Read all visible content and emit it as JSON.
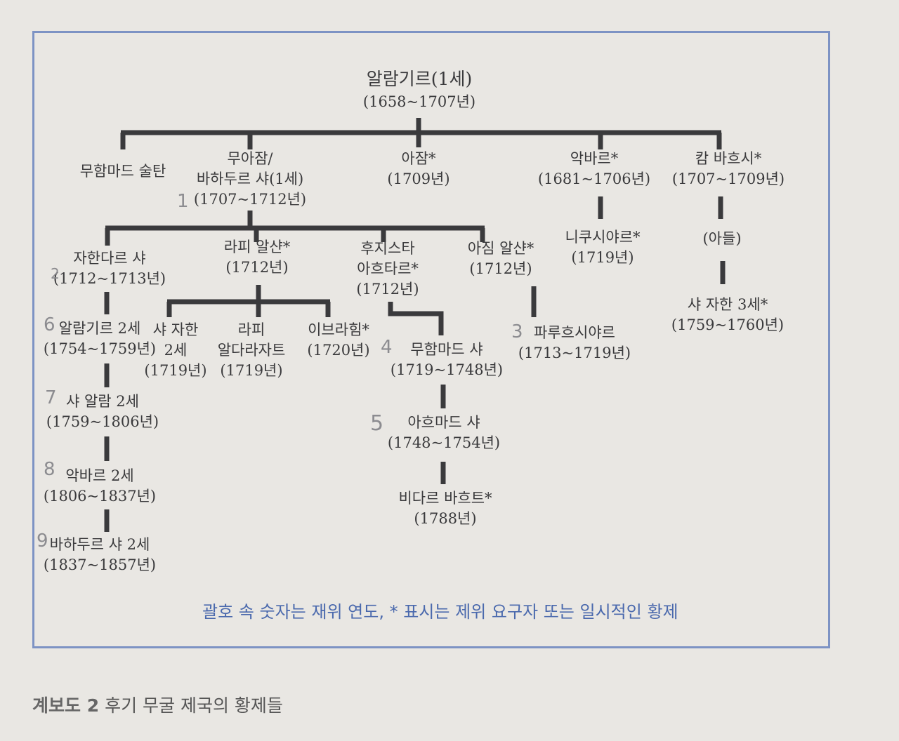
{
  "root": {
    "name": "알람기르(1세)",
    "years": "(1658~1707년)"
  },
  "gen2": {
    "muhammad_sultan": {
      "name": "무함마드 술탄"
    },
    "muazzam": {
      "line1": "무아잠/",
      "line2": "바하두르 샤(1세)",
      "years": "(1707~1712년)",
      "mark": "1"
    },
    "azam": {
      "name": "아잠*",
      "years": "(1709년)"
    },
    "akbar": {
      "name": "악바르*",
      "years": "(1681~1706년)"
    },
    "kam_bakhsh": {
      "name": "캄 바흐시*",
      "years": "(1707~1709년)"
    }
  },
  "gen3": {
    "jahandar": {
      "name": "자한다르 샤",
      "years": "(1712~1713년)",
      "mark": "2"
    },
    "rafi": {
      "name": "라피 알샨*",
      "years": "(1712년)"
    },
    "khujista": {
      "line1": "후지스타",
      "line2": "아흐타르*",
      "years": "(1712년)"
    },
    "azim": {
      "name": "아짐 알샨*",
      "years": "(1712년)"
    },
    "nikusiyar": {
      "name": "니쿠시야르*",
      "years": "(1719년)"
    },
    "son": {
      "name": "(아들)"
    }
  },
  "gen4": {
    "shah_jahan2": {
      "line1": "샤 자한",
      "line2": "2세",
      "years": "(1719년)"
    },
    "rafi_darajat": {
      "line1": "라피",
      "line2": "알다라자트",
      "years": "(1719년)"
    },
    "ibrahim": {
      "name": "이브라힘*",
      "years": "(1720년)"
    },
    "muhammad_shah": {
      "name": "무함마드 샤",
      "years": "(1719~1748년)",
      "mark": "4"
    },
    "farrukhsiyar": {
      "name": "파루흐시야르",
      "years": "(1713~1719년)",
      "mark": "3"
    },
    "shah_jahan3": {
      "name": "샤 자한 3세*",
      "years": "(1759~1760년)"
    }
  },
  "left_chain": [
    {
      "name": "알람기르 2세",
      "years": "(1754~1759년)",
      "mark": "6"
    },
    {
      "name": "샤 알람 2세",
      "years": "(1759~1806년)",
      "mark": "7"
    },
    {
      "name": "악바르 2세",
      "years": "(1806~1837년)",
      "mark": "8"
    },
    {
      "name": "바하두르 샤 2세",
      "years": "(1837~1857년)",
      "mark": "9"
    }
  ],
  "center_chain": [
    {
      "name": "아흐마드 샤",
      "years": "(1748~1754년)",
      "mark": "5"
    },
    {
      "name": "비다르 바흐트*",
      "years": "(1788년)"
    }
  ],
  "legend": "괄호 속 숫자는 재위 연도, * 표시는 제위 요구자 또는 일시적인 황제",
  "caption": {
    "label": "계보도 2",
    "title": "후기 무굴 제국의 황제들"
  },
  "colors": {
    "frame": "#7d93c4",
    "legend": "#4a69ad",
    "line": "#3a3a3c",
    "background": "#e9e7e3"
  }
}
